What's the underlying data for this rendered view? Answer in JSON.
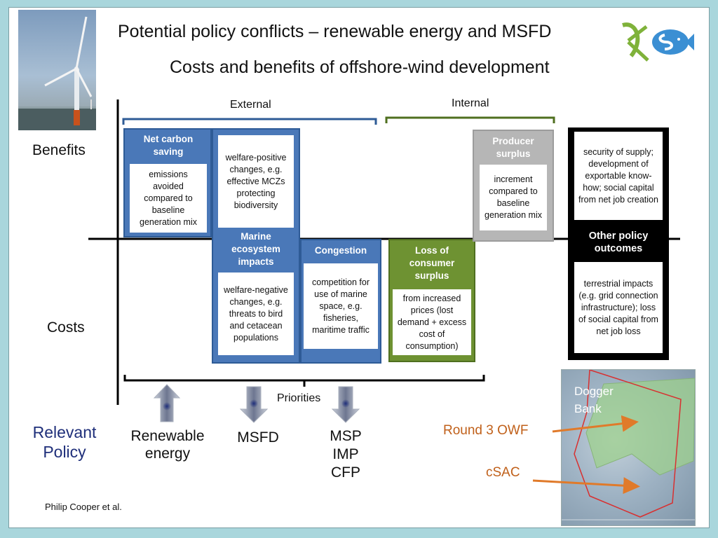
{
  "title": {
    "line1": "Potential policy conflicts – renewable energy and MSFD",
    "line2": "Costs and benefits of offshore-wind development"
  },
  "axis": {
    "benefits": "Benefits",
    "costs": "Costs"
  },
  "brackets": {
    "external": "External",
    "internal": "Internal",
    "priorities": "Priorities"
  },
  "boxes": {
    "net_carbon": {
      "title": "Net carbon saving",
      "text": "emissions avoided compared to baseline generation mix"
    },
    "marine": {
      "top_text": "welfare-positive changes, e.g. effective MCZs protecting biodiversity",
      "title": "Marine ecosystem impacts",
      "bottom_text": "welfare-negative changes, e.g. threats to bird and cetacean populations"
    },
    "congestion": {
      "title": "Congestion",
      "text": "competition for use of marine space, e.g. fisheries, maritime traffic"
    },
    "consumer": {
      "title": "Loss of consumer surplus",
      "text": "from increased prices (lost demand + excess cost of consumption)"
    },
    "producer": {
      "title": "Producer surplus",
      "text": "increment compared to baseline generation mix"
    },
    "other": {
      "top_text": "security of supply; development of exportable know-how; social capital from net job creation",
      "title": "Other policy outcomes",
      "bottom_text": "terrestrial impacts (e.g. grid connection infrastructure); loss of social capital from net job loss"
    }
  },
  "policy": {
    "label": "Relevant Policy",
    "renewable": "Renewable energy",
    "msfd": "MSFD",
    "msp": "MSP",
    "imp": "IMP",
    "cfp": "CFP"
  },
  "map": {
    "dogger": "Dogger Bank",
    "round3": "Round 3 OWF",
    "csac": "cSAC"
  },
  "footer": {
    "author": "Philip Cooper et al."
  },
  "colors": {
    "blue": "#4a78b8",
    "green": "#6e9232",
    "grey": "#b6b6b6",
    "black": "#000000",
    "orange": "#e07a2a",
    "orange_text": "#c0601a",
    "policy_blue": "#1f2f7a"
  }
}
